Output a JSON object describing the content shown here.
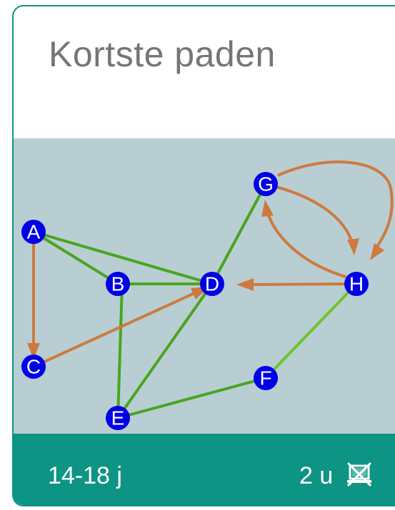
{
  "card": {
    "title": "Kortste paden",
    "age_range": "14-18 j",
    "duration": "2 u",
    "unplugged_icon": "no-computer-icon"
  },
  "graph": {
    "nodes": [
      {
        "id": "A",
        "label": "A"
      },
      {
        "id": "B",
        "label": "B"
      },
      {
        "id": "C",
        "label": "C"
      },
      {
        "id": "D",
        "label": "D"
      },
      {
        "id": "E",
        "label": "E"
      },
      {
        "id": "F",
        "label": "F"
      },
      {
        "id": "G",
        "label": "G"
      },
      {
        "id": "H",
        "label": "H"
      }
    ],
    "undirected_edges": [
      [
        "A",
        "B"
      ],
      [
        "A",
        "D"
      ],
      [
        "B",
        "D"
      ],
      [
        "B",
        "E"
      ],
      [
        "D",
        "E"
      ],
      [
        "D",
        "G"
      ],
      [
        "E",
        "F"
      ],
      [
        "F",
        "H"
      ]
    ],
    "directed_edges": [
      [
        "A",
        "C"
      ],
      [
        "C",
        "D"
      ],
      [
        "H",
        "D"
      ],
      [
        "G",
        "H"
      ],
      [
        "H",
        "G"
      ],
      [
        "G",
        "H"
      ]
    ],
    "colors": {
      "background": "#b8ced3",
      "node": "#0000e6",
      "undirected_edge": "#4aa51e",
      "directed_edge": "#cd7a3f",
      "accent": "#0d9484",
      "title": "#757575"
    }
  }
}
